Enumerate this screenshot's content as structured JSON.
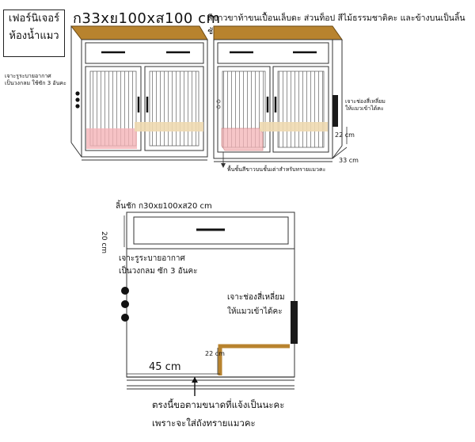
{
  "title": {
    "line1": "เฟอร์นิเจอร์",
    "line2": "ห้องน้ำแมว"
  },
  "dimensions": "ก33xย100xส100  cm",
  "description": "สีขาวขาท้าขนเปื้อนเล็บดะ ส่วนท็อป สีไม้ธรรมชาติคะ และข้างบนเป็นลิ้นชักยาว",
  "left_cabinet": {
    "vent_note_line1": "เจาะรูระบายอากาศ",
    "vent_note_line2": "เป็นวงกลม ใช้ซัก 3 อันคะ"
  },
  "right_cabinet": {
    "opening_note_line1": "เจาะช่องสี่เหลี่ยม",
    "opening_note_line2": "ให้แมวเข้าได้คะ",
    "height_label": "22 cm",
    "depth_label": "33 cm",
    "shelf_note": "พื้นชั้นสีขาวบนชั้นเต่าสำหรับทรายแมวคะ"
  },
  "section": {
    "drawer_label": "ลิ้นชัก ก30xย100xส20  cm",
    "drawer_height": "20 cm",
    "vent_note_line1": "เจาะรูระบายอากาศ",
    "vent_note_line2": "เป็นวงกลม ซัก 3 อันคะ",
    "opening_note_line1": "เจาะช่องสี่เหลี่ยม",
    "opening_note_line2": "ให้แมวเข้าได้คะ",
    "step_height": "22 cm",
    "floor_width": "45 cm",
    "bottom_note_line1": "ตรงนี้ขอตามขนาดที่แจ้งเป็นนะคะ",
    "bottom_note_line2": "เพราะจะใส่ถังทรายแมวคะ"
  },
  "colors": {
    "wood": "#b8832e",
    "pink": "#f4b3b6",
    "beige": "#eed9b0",
    "black": "#1a1a1a"
  }
}
